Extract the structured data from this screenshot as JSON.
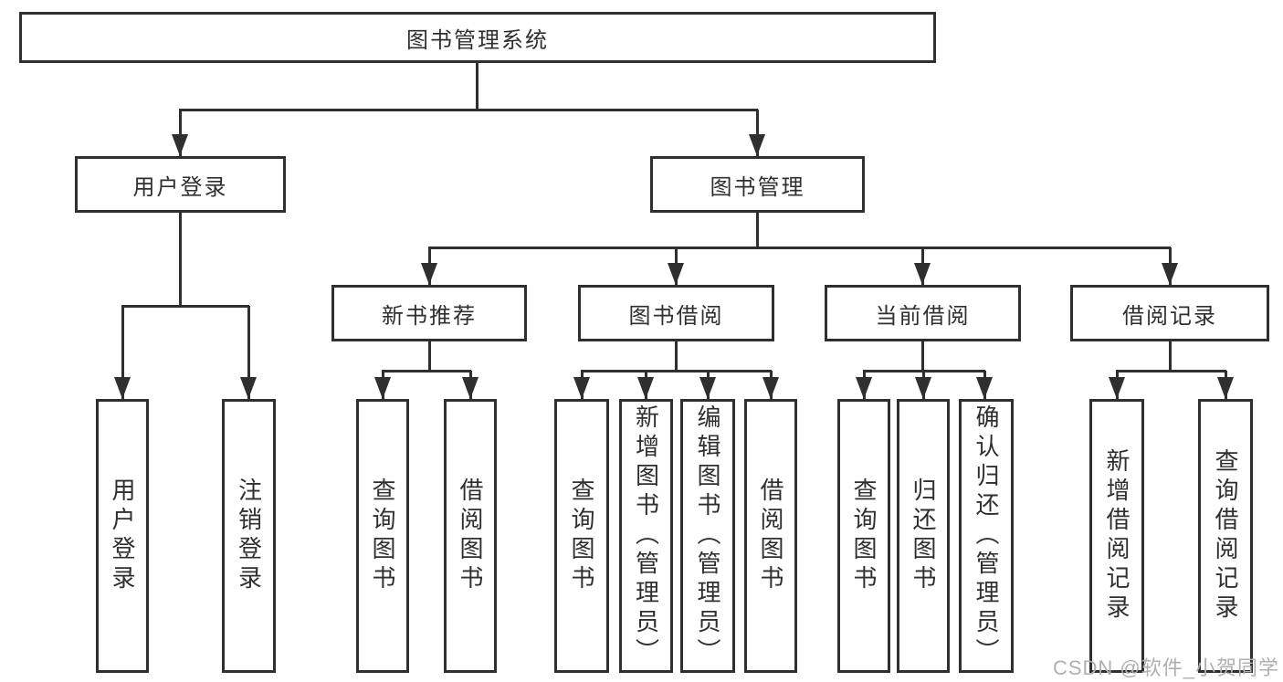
{
  "diagram_type": "hierarchy-tree",
  "colors": {
    "line": "#2f2f2f",
    "box_border": "#2f2f2f",
    "text": "#2f2f2f",
    "background": "#ffffff",
    "watermark": "#b0b0b0"
  },
  "tree": {
    "root": {
      "label": "图书管理系统"
    },
    "branches": [
      {
        "label": "用户登录",
        "children": [
          {
            "label": "用户登录"
          },
          {
            "label": "注销登录"
          }
        ]
      },
      {
        "label": "图书管理",
        "children": [
          {
            "label": "新书推荐",
            "children": [
              {
                "label": "查询图书"
              },
              {
                "label": "借阅图书"
              }
            ]
          },
          {
            "label": "图书借阅",
            "children": [
              {
                "label": "查询图书"
              },
              {
                "label": "新增图书（管理员）"
              },
              {
                "label": "编辑图书（管理员）"
              },
              {
                "label": "借阅图书"
              }
            ]
          },
          {
            "label": "当前借阅",
            "children": [
              {
                "label": "查询图书"
              },
              {
                "label": "归还图书"
              },
              {
                "label": "确认归还（管理员）"
              }
            ]
          },
          {
            "label": "借阅记录",
            "children": [
              {
                "label": "新增借阅记录"
              },
              {
                "label": "查询借阅记录"
              }
            ]
          }
        ]
      }
    ]
  },
  "watermark": {
    "text": "CSDN @软件_小贺同学"
  }
}
